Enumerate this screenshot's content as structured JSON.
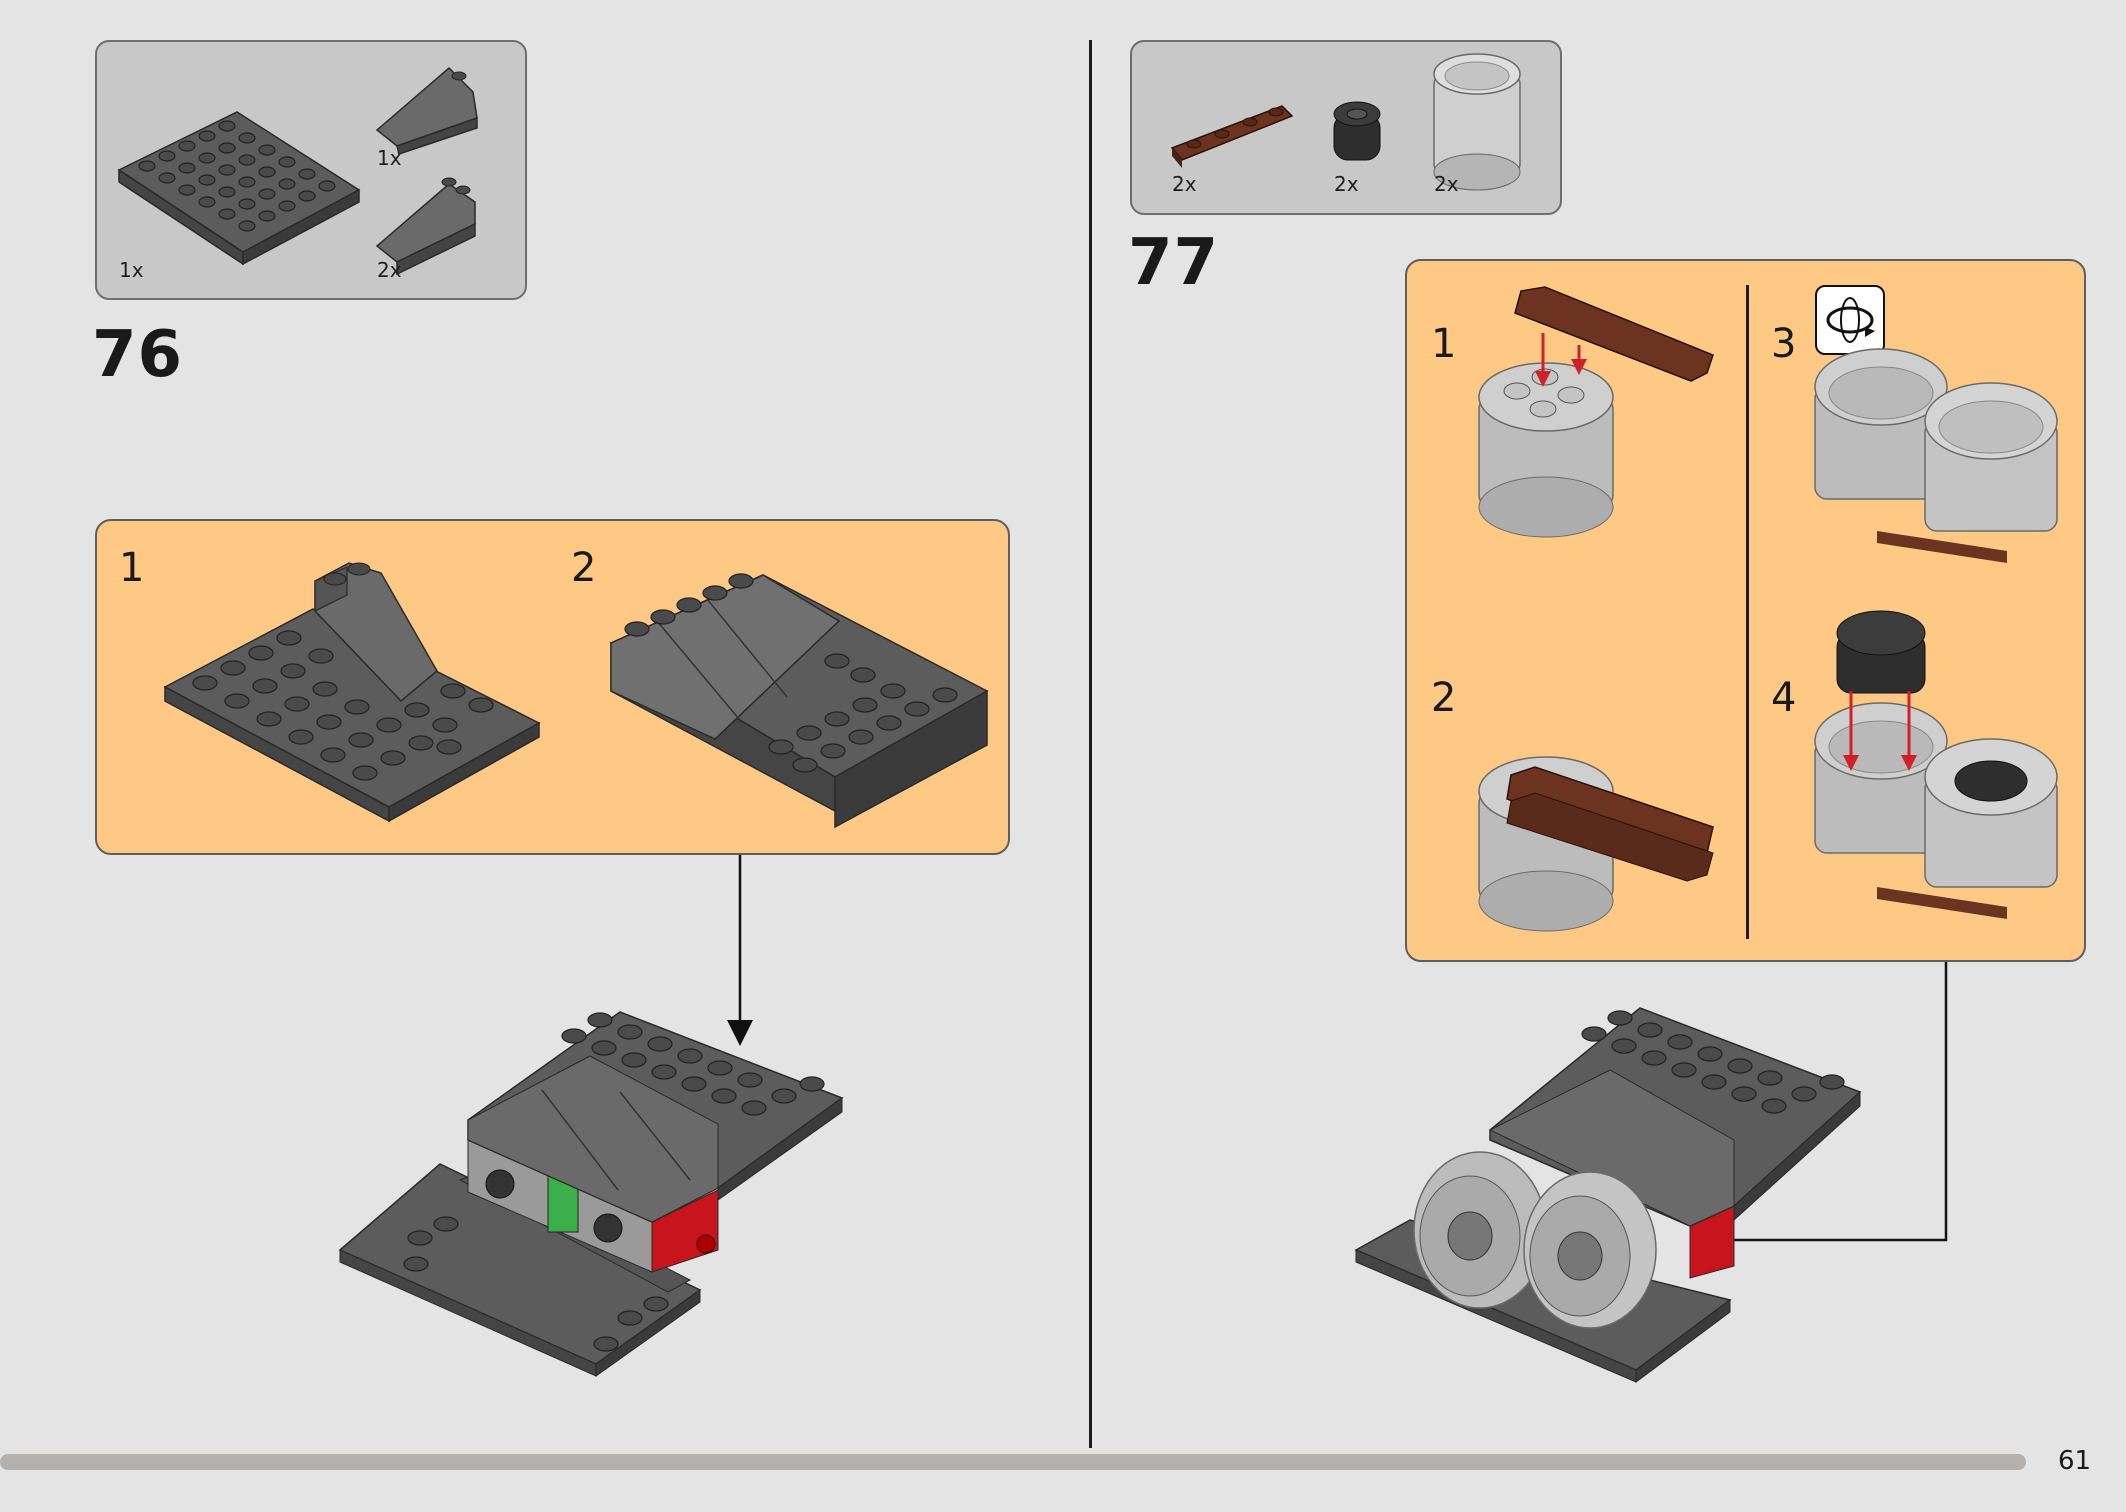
{
  "steps": [
    {
      "number": "76",
      "parts": [
        {
          "qty": "1x",
          "icon": "dark-gray-plate-6x6"
        },
        {
          "qty": "1x",
          "icon": "dark-gray-wedge-slope"
        },
        {
          "qty": "2x",
          "icon": "dark-gray-slope-brick"
        }
      ],
      "sub_steps": [
        "1",
        "2"
      ]
    },
    {
      "number": "77",
      "parts": [
        {
          "qty": "2x",
          "icon": "brown-plate-1x4"
        },
        {
          "qty": "2x",
          "icon": "black-round-brick-2x2"
        },
        {
          "qty": "2x",
          "icon": "light-gray-round-cylinder"
        }
      ],
      "sub_steps": [
        "1",
        "2",
        "3",
        "4"
      ],
      "rotate_icon": "rotate-model-icon"
    }
  ],
  "page_number": "61",
  "colors": {
    "background": "#e4e4e4",
    "parts_box": "#c8c8c8",
    "sub_panel": "#fdc985",
    "dark_gray": "#5c5c5c",
    "brown": "#6b3320",
    "light_gray": "#b8b8b8",
    "red_arrow": "#d0202a"
  }
}
